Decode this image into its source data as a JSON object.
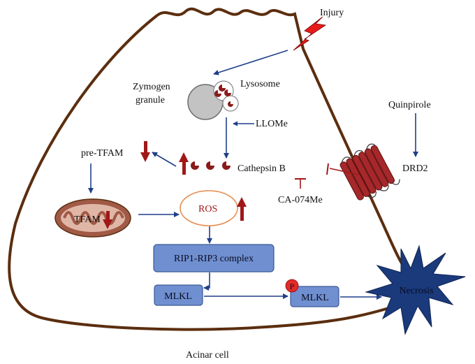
{
  "labels": {
    "injury": "Injury",
    "zymogen_line1": "Zymogen",
    "zymogen_line2": "granule",
    "lysosome": "Lysosome",
    "llome": "LLOMe",
    "quinpirole": "Quinpirole",
    "pre_tfam": "pre-TFAM",
    "cathepsin_b": "Cathepsin B",
    "drd2": "DRD2",
    "ca074me": "CA-074Me",
    "tfam": "TFAM",
    "ros": "ROS",
    "rip_complex": "RIP1-RIP3 complex",
    "mlkl": "MLKL",
    "phospho_mlkl": "MLKL",
    "phospho": "P",
    "necrosis": "Necrosis",
    "acinar_cell": "Acinar cell"
  },
  "colors": {
    "membrane": "#5b2e0f",
    "arrow": "#1f3f8a",
    "inhibitor": "#a01818",
    "up_down_arrow": "#a01818",
    "box_fill": "#6f8fd0",
    "necrosis_fill": "#1a3a7c",
    "ros_outline": "#e58a4a",
    "ros_text": "#a01818",
    "receptor": "#a6282a",
    "mito_outer": "#a05a46",
    "mito_inner": "#e0b7a7"
  }
}
